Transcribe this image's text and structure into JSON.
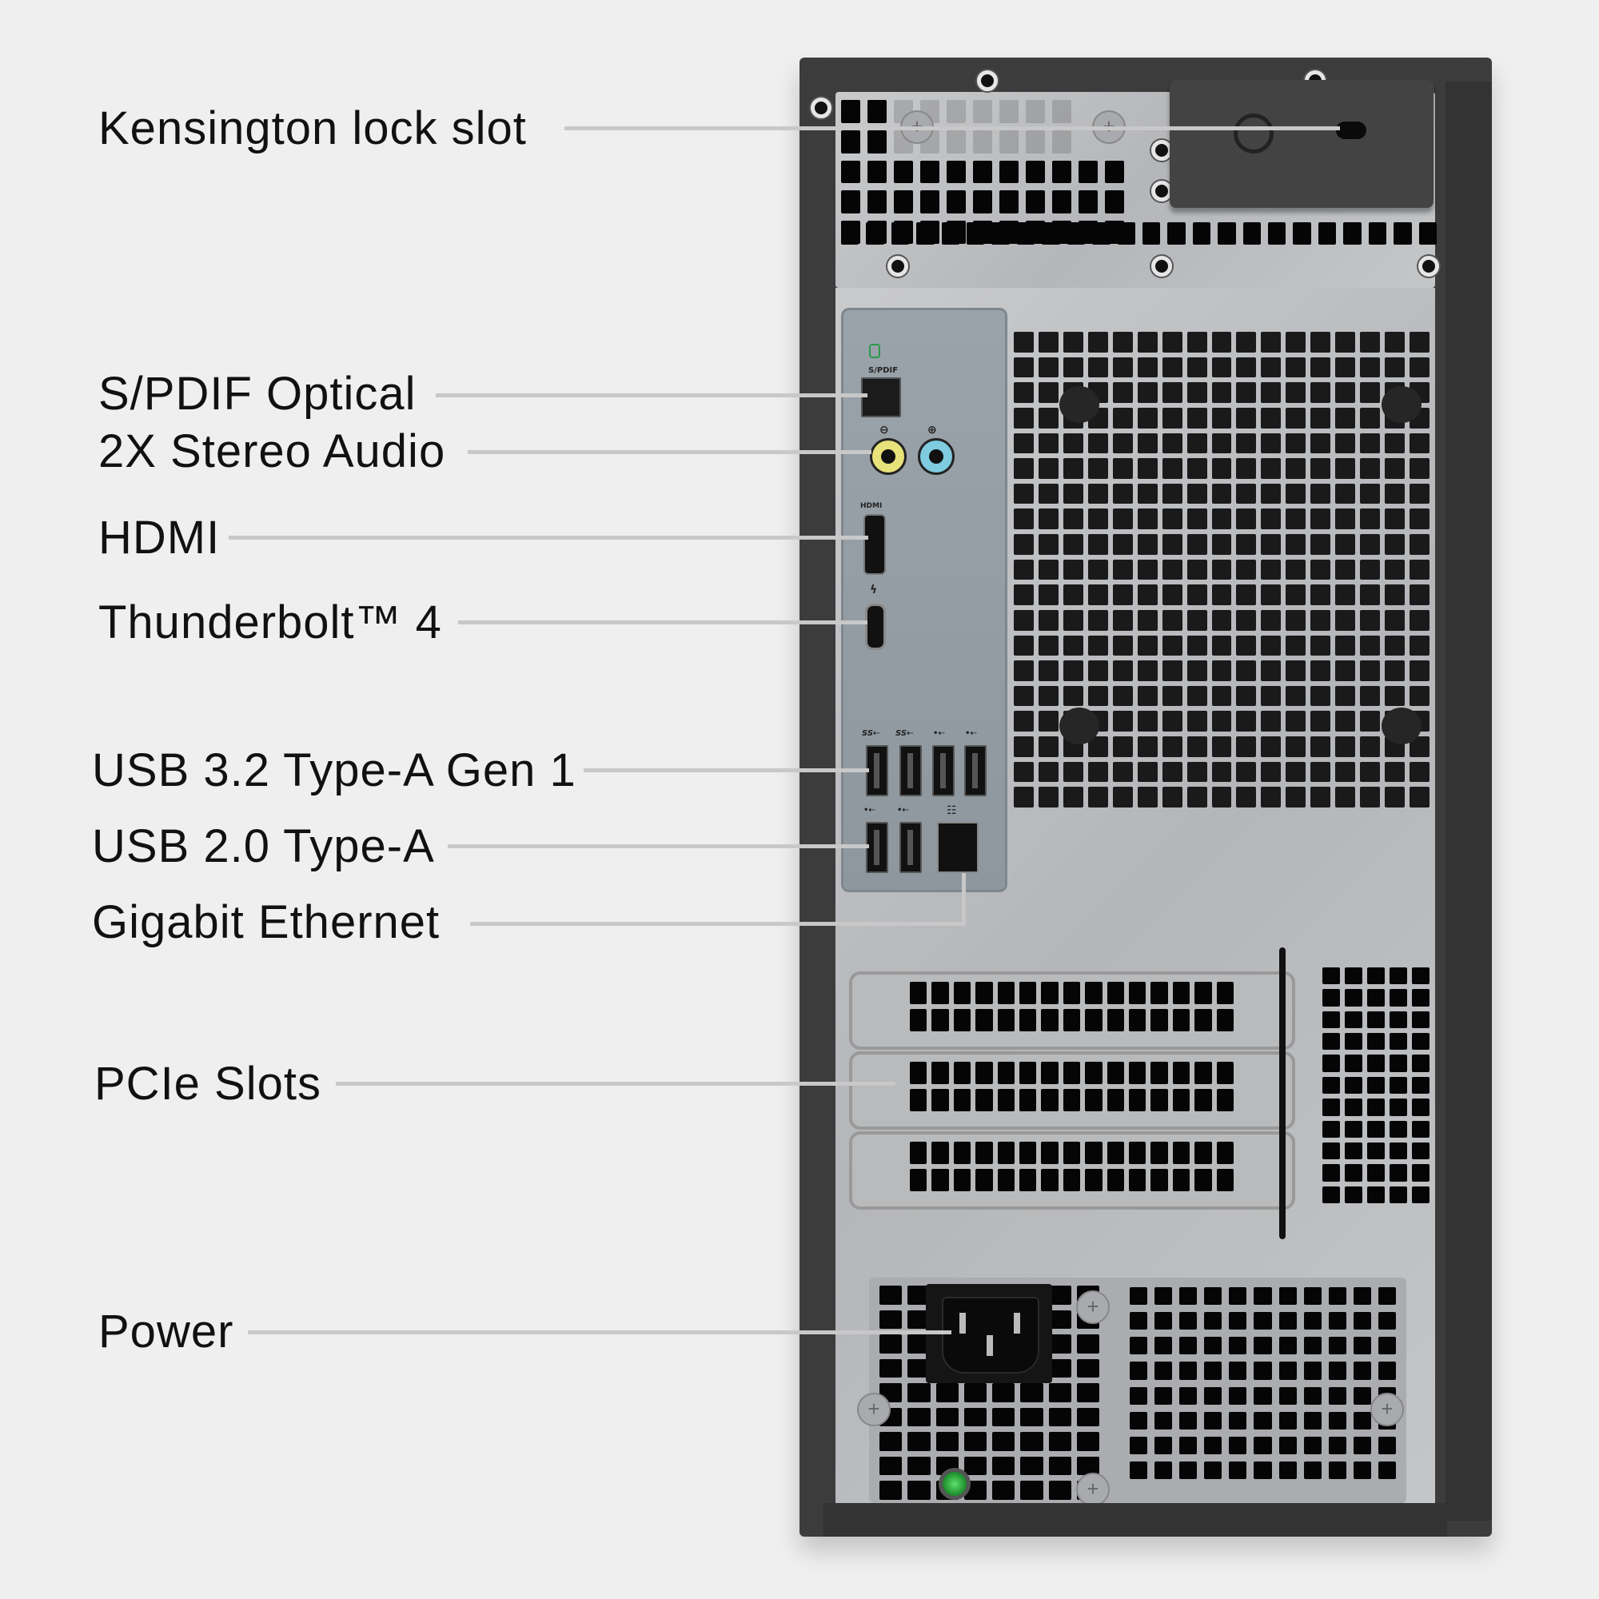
{
  "labels": {
    "kensington": "Kensington lock slot",
    "spdif": "S/PDIF Optical",
    "audio": "2X Stereo Audio",
    "hdmi": "HDMI",
    "thunderbolt": "Thunderbolt™ 4",
    "usb32": "USB 3.2 Type-A Gen 1",
    "usb20": "USB 2.0 Type-A",
    "ethernet": "Gigabit Ethernet",
    "pcie": "PCIe Slots",
    "power": "Power"
  },
  "panel_markings": {
    "spdif": "S/PDIF",
    "hdmi": "HDMI",
    "thunderbolt_icon": "ϟ",
    "usb_ss": "SS⇠",
    "usb": "•⇠",
    "network_icon": "☷"
  },
  "colors": {
    "background": "#efefef",
    "leader_line": "#c8c8c8",
    "audio_out": "#e8e27a",
    "audio_in": "#7fcbe0",
    "io_panel": "#949da4",
    "chassis_dark": "#3c3c3c",
    "power_led": "#36c24a"
  }
}
